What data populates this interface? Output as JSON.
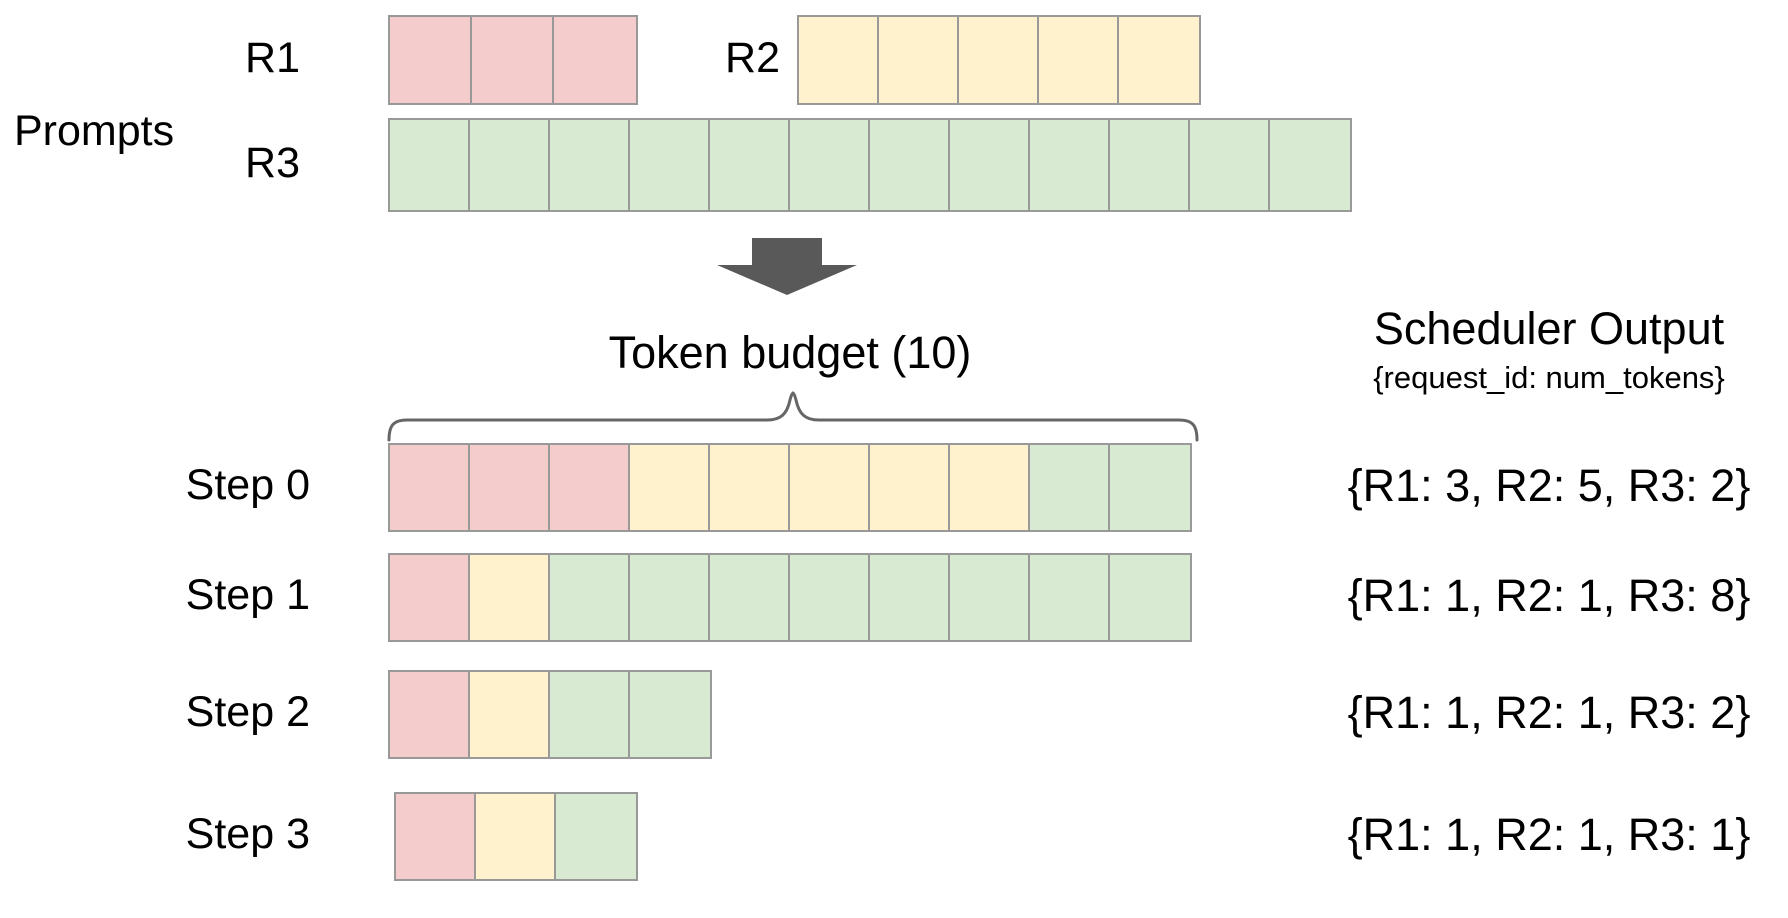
{
  "palette": {
    "r1_fill": "#f4cccc",
    "r2_fill": "#fff2cc",
    "r3_fill": "#d9ead3",
    "cell_border": "#999999",
    "arrow_fill": "#595959",
    "brace_stroke": "#666666",
    "text": "#000000",
    "background": "#ffffff"
  },
  "prompts_section": {
    "label": "Prompts",
    "requests": [
      {
        "id": "R1",
        "label": "R1",
        "color": "#f4cccc",
        "num_tokens": 3
      },
      {
        "id": "R2",
        "label": "R2",
        "color": "#fff2cc",
        "num_tokens": 5
      },
      {
        "id": "R3",
        "label": "R3",
        "color": "#d9ead3",
        "num_tokens": 12
      }
    ]
  },
  "token_budget": {
    "label": "Token budget (10)",
    "value": 10
  },
  "scheduler_output": {
    "title": "Scheduler Output",
    "subtitle": "{request_id: num_tokens}"
  },
  "steps": [
    {
      "label": "Step 0",
      "allocations": [
        {
          "request": "R1",
          "tokens": 3
        },
        {
          "request": "R2",
          "tokens": 5
        },
        {
          "request": "R3",
          "tokens": 2
        }
      ],
      "output": "{R1: 3, R2: 5, R3: 2}"
    },
    {
      "label": "Step 1",
      "allocations": [
        {
          "request": "R1",
          "tokens": 1
        },
        {
          "request": "R2",
          "tokens": 1
        },
        {
          "request": "R3",
          "tokens": 8
        }
      ],
      "output": "{R1: 1, R2: 1, R3: 8}"
    },
    {
      "label": "Step 2",
      "allocations": [
        {
          "request": "R1",
          "tokens": 1
        },
        {
          "request": "R2",
          "tokens": 1
        },
        {
          "request": "R3",
          "tokens": 2
        }
      ],
      "output": "{R1: 1, R2: 1, R3: 2}"
    },
    {
      "label": "Step 3",
      "allocations": [
        {
          "request": "R1",
          "tokens": 1
        },
        {
          "request": "R2",
          "tokens": 1
        },
        {
          "request": "R3",
          "tokens": 1
        }
      ],
      "output": "{R1: 1, R2: 1, R3: 1}"
    }
  ]
}
